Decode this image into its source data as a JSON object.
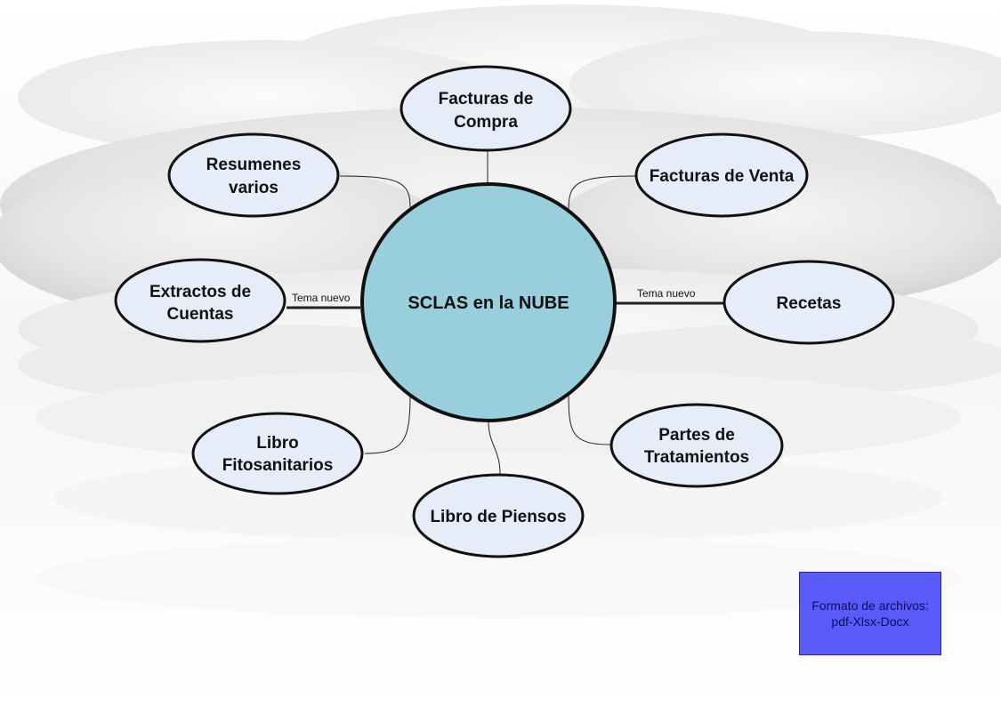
{
  "diagram": {
    "center": {
      "label": "SCLAS en la NUBE"
    },
    "topics": [
      {
        "id": "facturas-compra",
        "lines": [
          "Facturas de",
          "Compra"
        ]
      },
      {
        "id": "facturas-venta",
        "lines": [
          "Facturas de Venta"
        ]
      },
      {
        "id": "recetas",
        "lines": [
          "Recetas"
        ]
      },
      {
        "id": "partes-tratamientos",
        "lines": [
          "Partes de",
          "Tratamientos"
        ]
      },
      {
        "id": "libro-piensos",
        "lines": [
          "Libro de Piensos"
        ]
      },
      {
        "id": "libro-fitosanitarios",
        "lines": [
          "Libro",
          "Fitosanitarios"
        ]
      },
      {
        "id": "extractos-cuentas",
        "lines": [
          "Extractos de",
          "Cuentas"
        ]
      },
      {
        "id": "resumenes-varios",
        "lines": [
          "Resumenes",
          "varios"
        ]
      }
    ],
    "link_labels": {
      "left": "Tema nuevo",
      "right": "Tema nuevo"
    },
    "colors": {
      "center_fill": "#99cfdc",
      "topic_fill": "#e6ecf8",
      "outline": "#111111",
      "note_fill": "#5a5af8"
    }
  },
  "note": {
    "lines": [
      "Formato de archivos:",
      "pdf-Xlsx-Docx"
    ]
  }
}
